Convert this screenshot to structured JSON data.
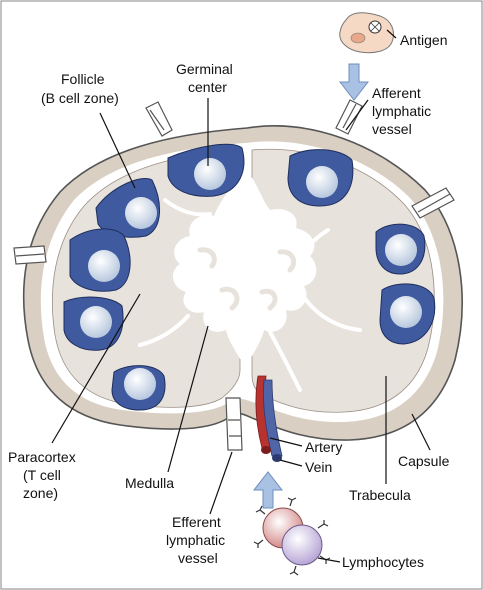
{
  "labels": {
    "antigen": "Antigen",
    "follicle_1": "Follicle",
    "follicle_2": "(B cell zone)",
    "germinal_1": "Germinal",
    "germinal_2": "center",
    "afferent_1": "Afferent",
    "afferent_2": "lymphatic",
    "afferent_3": "vessel",
    "paracortex_1": "Paracortex",
    "paracortex_2": "(T cell",
    "paracortex_3": "zone)",
    "medulla": "Medulla",
    "artery": "Artery",
    "vein": "Vein",
    "capsule": "Capsule",
    "trabecula": "Trabecula",
    "efferent_1": "Efferent",
    "efferent_2": "lymphatic",
    "efferent_3": "vessel",
    "lymphocytes": "Lymphocytes"
  },
  "colors": {
    "capsule": "#d9cfc3",
    "cortex": "#e8e2dd",
    "medulla": "#ffffff",
    "follicle": "#3f5a9e",
    "germinal_center": "#dde6f2",
    "arrow": "#a9c1e2",
    "artery": "#b8322f",
    "vein": "#5064a8"
  }
}
